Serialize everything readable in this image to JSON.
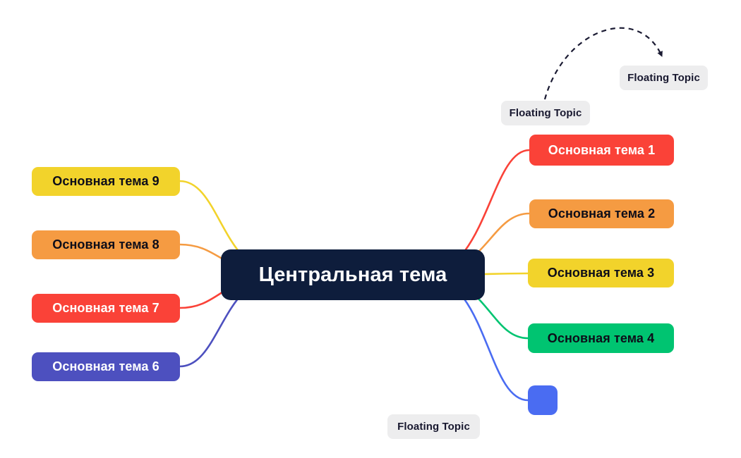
{
  "canvas": {
    "background": "#ffffff"
  },
  "central_topic": {
    "label": "Центральная тема",
    "bg": "#0e1d3c",
    "text_color": "#ffffff"
  },
  "right_topics": [
    {
      "label": "Основная тема 1",
      "bg": "#fa4238",
      "text_color": "#ffffff"
    },
    {
      "label": "Основная тема 2",
      "bg": "#f59b42",
      "text_color": "#0d0d19"
    },
    {
      "label": "Основная тема 3",
      "bg": "#f2d32b",
      "text_color": "#0d0d19"
    },
    {
      "label": "Основная тема 4",
      "bg": "#00c471",
      "text_color": "#0d0d19"
    },
    {
      "label": "",
      "bg": "#4a6cf2",
      "text_color": "#ffffff"
    }
  ],
  "left_topics": [
    {
      "label": "Основная тема 9",
      "bg": "#f2d32b",
      "text_color": "#0d0d19"
    },
    {
      "label": "Основная тема 8",
      "bg": "#f59b42",
      "text_color": "#0d0d19"
    },
    {
      "label": "Основная тема 7",
      "bg": "#fa4238",
      "text_color": "#ffffff"
    },
    {
      "label": "Основная тема 6",
      "bg": "#4d50bf",
      "text_color": "#ffffff"
    }
  ],
  "floating_topics": [
    {
      "label": "Floating Topic"
    },
    {
      "label": "Floating Topic"
    },
    {
      "label": "Floating Topic"
    }
  ],
  "floating_style": {
    "bg": "#ededee",
    "text_color": "#18182f"
  },
  "relationship_arrow": {
    "color": "#1b1b33"
  }
}
